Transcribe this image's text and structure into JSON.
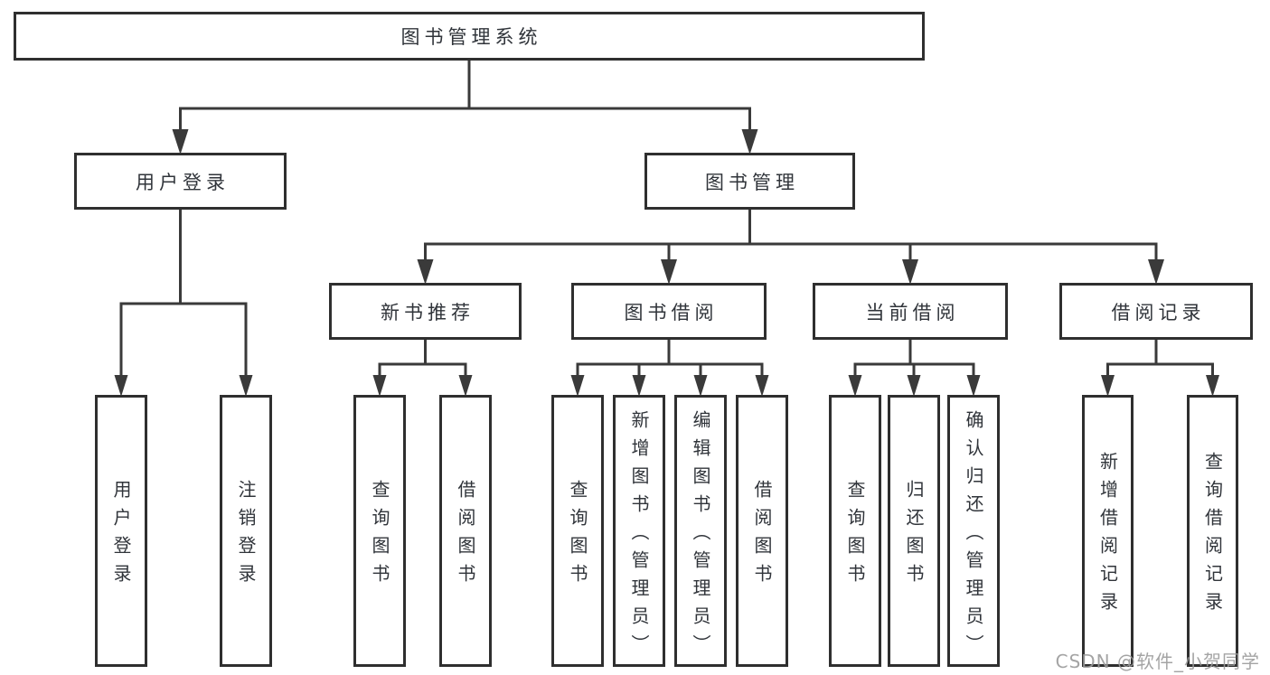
{
  "diagram_title": "图书管理系统",
  "colors": {
    "background": "#ffffff",
    "line": "#3a3a3a",
    "box_border": "#2f2f2f",
    "text": "#30343a",
    "watermark": "#9b9b9b"
  },
  "nodes": [
    {
      "id": "root",
      "label": "图书管理系统",
      "level": 1
    },
    {
      "id": "user-login",
      "label": "用户登录",
      "level": 2
    },
    {
      "id": "book-mgmt",
      "label": "图书管理",
      "level": 2
    },
    {
      "id": "new-book-rec",
      "label": "新书推荐",
      "level": 3
    },
    {
      "id": "book-borrow",
      "label": "图书借阅",
      "level": 3
    },
    {
      "id": "current-borrow",
      "label": "当前借阅",
      "level": 3
    },
    {
      "id": "borrow-records",
      "label": "借阅记录",
      "level": 3
    },
    {
      "id": "leaf-user-login",
      "label": "用户登录",
      "level": 4
    },
    {
      "id": "leaf-logout",
      "label": "注销登录",
      "level": 4
    },
    {
      "id": "leaf-nb-query",
      "label": "查询图书",
      "level": 4
    },
    {
      "id": "leaf-nb-borrow",
      "label": "借阅图书",
      "level": 4
    },
    {
      "id": "leaf-bb-query",
      "label": "查询图书",
      "level": 4
    },
    {
      "id": "leaf-bb-add",
      "label": "新增图书（管理员）",
      "level": 4
    },
    {
      "id": "leaf-bb-edit",
      "label": "编辑图书（管理员）",
      "level": 4
    },
    {
      "id": "leaf-bb-borrow",
      "label": "借阅图书",
      "level": 4
    },
    {
      "id": "leaf-cb-query",
      "label": "查询图书",
      "level": 4
    },
    {
      "id": "leaf-cb-return",
      "label": "归还图书",
      "level": 4
    },
    {
      "id": "leaf-cb-confirm",
      "label": "确认归还（管理员）",
      "level": 4
    },
    {
      "id": "leaf-br-add",
      "label": "新增借阅记录",
      "level": 4
    },
    {
      "id": "leaf-br-query",
      "label": "查询借阅记录",
      "level": 4
    }
  ],
  "edges": [
    {
      "parent": "root",
      "children": [
        "user-login",
        "book-mgmt"
      ]
    },
    {
      "parent": "user-login",
      "children": [
        "leaf-user-login",
        "leaf-logout"
      ]
    },
    {
      "parent": "book-mgmt",
      "children": [
        "new-book-rec",
        "book-borrow",
        "current-borrow",
        "borrow-records"
      ]
    },
    {
      "parent": "new-book-rec",
      "children": [
        "leaf-nb-query",
        "leaf-nb-borrow"
      ]
    },
    {
      "parent": "book-borrow",
      "children": [
        "leaf-bb-query",
        "leaf-bb-add",
        "leaf-bb-edit",
        "leaf-bb-borrow"
      ]
    },
    {
      "parent": "current-borrow",
      "children": [
        "leaf-cb-query",
        "leaf-cb-return",
        "leaf-cb-confirm"
      ]
    },
    {
      "parent": "borrow-records",
      "children": [
        "leaf-br-add",
        "leaf-br-query"
      ]
    }
  ],
  "watermark": {
    "text": "CSDN @软件_小贺同学"
  }
}
